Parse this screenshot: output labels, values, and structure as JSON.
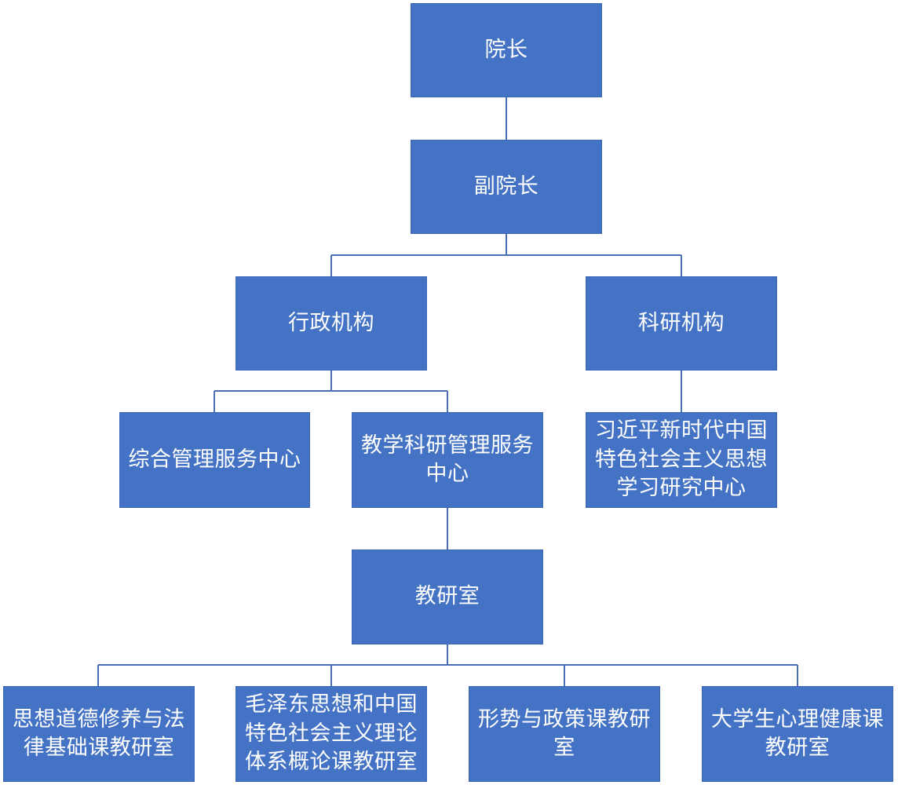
{
  "org_chart": {
    "dean": "院长",
    "vice_dean": "副院长",
    "administrative_institutions": "行政机构",
    "research_institutions": "科研机构",
    "comprehensive_management_service_center": "综合管理服务中心",
    "teaching_research_management_service_center": "教学科研管理服务中心",
    "xi_thought_research_center": "习近平新时代中国特色社会主义思想学习研究中心",
    "teaching_research_office": "教研室",
    "moral_law_office": "思想道德修养与法律基础课教研室",
    "mao_theory_office": "毛泽东思想和中国特色社会主义理论体系概论课教研室",
    "situation_policy_office": "形势与政策课教研室",
    "mental_health_office": "大学生心理健康课教研室"
  },
  "colors": {
    "box_fill": "#4472c4",
    "box_text": "#ffffff",
    "connector": "#4a6fb5"
  }
}
